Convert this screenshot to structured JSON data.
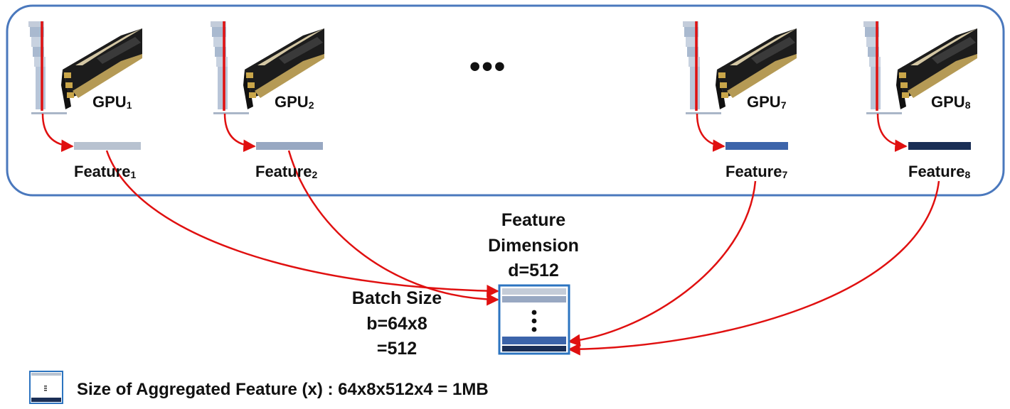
{
  "colors": {
    "frame": "#4a78bd",
    "arrow": "#e01010",
    "feature1": "#b8c2d0",
    "feature2": "#98a8c2",
    "feature7": "#3c64aa",
    "feature8": "#1a2e55"
  },
  "gpus": [
    {
      "label_main": "GPU",
      "label_sub": "1",
      "feature_main": "Feature",
      "feature_sub": "1",
      "color_key": "feature1"
    },
    {
      "label_main": "GPU",
      "label_sub": "2",
      "feature_main": "Feature",
      "feature_sub": "2",
      "color_key": "feature2"
    },
    {
      "label_main": "GPU",
      "label_sub": "7",
      "feature_main": "Feature",
      "feature_sub": "7",
      "color_key": "feature7"
    },
    {
      "label_main": "GPU",
      "label_sub": "8",
      "feature_main": "Feature",
      "feature_sub": "8",
      "color_key": "feature8"
    }
  ],
  "ellipsis": "•••",
  "feature_dimension": {
    "line1": "Feature",
    "line2": "Dimension",
    "line3": "d=512"
  },
  "batch_size": {
    "line1": "Batch Size",
    "line2": "b=64x8",
    "line3": "=512"
  },
  "legend": {
    "text": "Size of Aggregated Feature (x) : 64x8x512x4 = 1MB"
  },
  "icons": {
    "gpu": "gpu-card-icon",
    "matrix": "aggregated-feature-matrix-icon"
  }
}
